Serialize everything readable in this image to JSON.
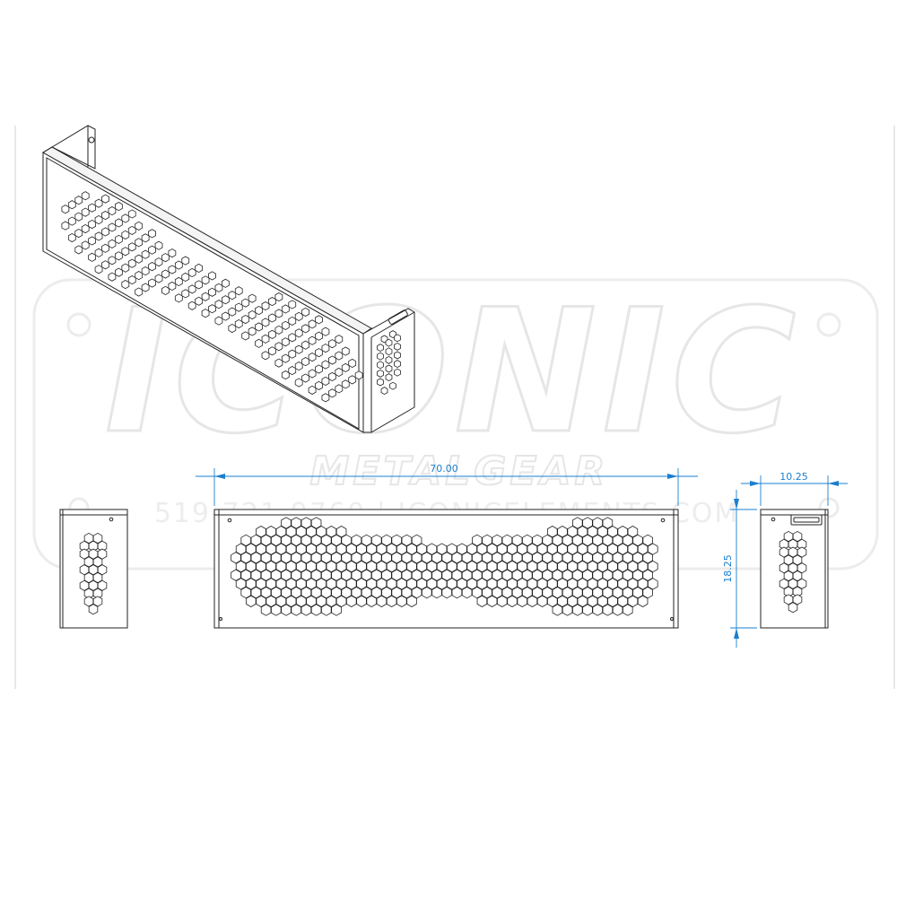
{
  "watermark": {
    "brand": "ICONIC",
    "sub": "METALGEAR",
    "contact": "519-721-9760 | ICONICELEMENTS.COM"
  },
  "dimensions": {
    "width": "70.00",
    "depth": "10.25",
    "height": "18.25"
  },
  "colors": {
    "line": "#222222",
    "dimension": "#1a7fd0",
    "frame": "#d0d0d0",
    "watermark": "#e6e6e6"
  }
}
